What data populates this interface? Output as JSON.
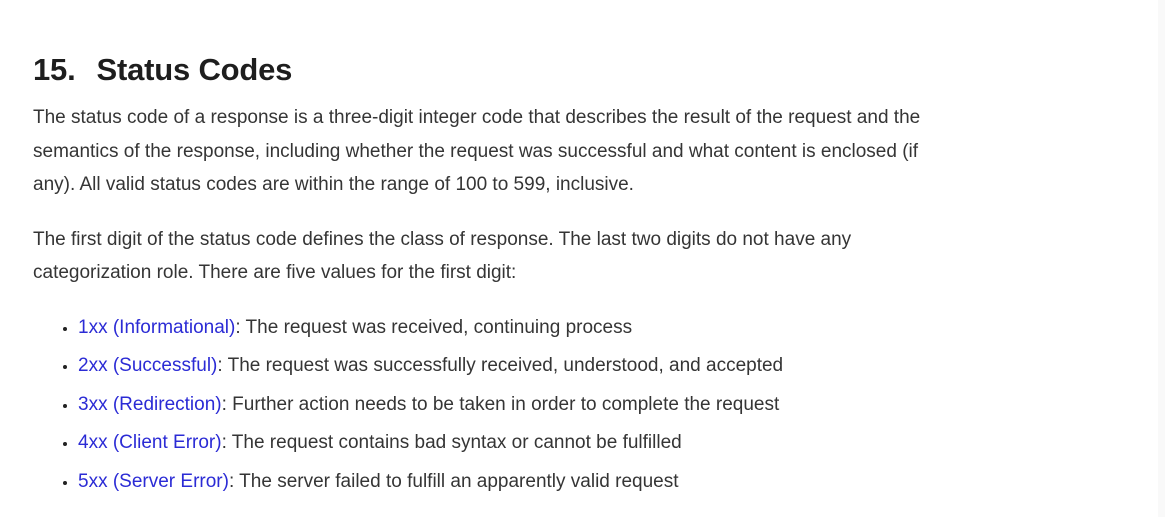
{
  "page": {
    "background": "#ffffff",
    "text_color": "#353535",
    "heading_color": "#1e1e1e",
    "link_color": "#2b2bd5",
    "scrollbar_color": "#f9f9f9"
  },
  "heading": {
    "number": "15.",
    "title": "Status Codes"
  },
  "paragraphs": {
    "p1": {
      "lines": {
        "0": "The status code of a response is a three-digit integer code that describes the result of the request and the",
        "1": "semantics of the response, including whether the request was successful and what content is enclosed (if",
        "2": "any). All valid status codes are within the range of 100 to 599, inclusive."
      }
    },
    "p2": {
      "lines": {
        "0": "The first digit of the status code defines the class of response. The last two digits do not have any",
        "1": "categorization role. There are five values for the first digit:"
      }
    }
  },
  "status_classes": {
    "items": [
      {
        "link": "1xx (Informational)",
        "description": ": The request was received, continuing process"
      },
      {
        "link": "2xx (Successful)",
        "description": ": The request was successfully received, understood, and accepted"
      },
      {
        "link": "3xx (Redirection)",
        "description": ": Further action needs to be taken in order to complete the request"
      },
      {
        "link": "4xx (Client Error)",
        "description": ": The request contains bad syntax or cannot be fulfilled"
      },
      {
        "link": "5xx (Server Error)",
        "description": ": The server failed to fulfill an apparently valid request"
      }
    ]
  }
}
